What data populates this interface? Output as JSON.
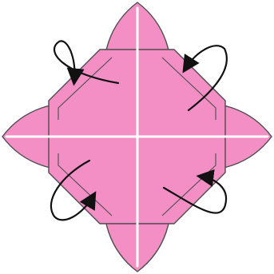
{
  "figure": {
    "type": "origami-fold-diagram",
    "paper_color": "#f48fc6",
    "outline_color": "#4d4d4d",
    "crease_color": "#ffffff",
    "arrow_color": "#111111",
    "petals": [
      "top",
      "right",
      "bottom",
      "left"
    ],
    "fold_arrows": [
      "top-left",
      "top-right",
      "bottom-left",
      "bottom-right"
    ],
    "fold_arrow_icon": "curved-fold-arrow-icon"
  }
}
